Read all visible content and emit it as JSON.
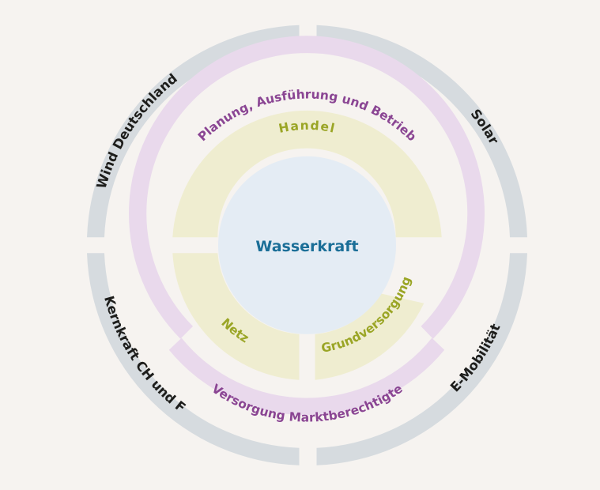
{
  "center": {
    "label": "Wasserkraft",
    "fill": "#e4ecf4",
    "color": "#1a6e97"
  },
  "inner_ring": {
    "fill": "#efedd0",
    "color": "#9aa525",
    "segments": [
      {
        "label": "Handel"
      },
      {
        "label": "Netz"
      },
      {
        "label": "Grundversorgung"
      }
    ]
  },
  "middle_ring": {
    "fill": "#e9d9ec",
    "color": "#8a4593",
    "segments": [
      {
        "label": "Planung, Ausführung und Betrieb"
      },
      {
        "label": "Versorgung Marktberechtigte"
      }
    ]
  },
  "outer_ring": {
    "fill": "#d6dbdf",
    "color": "#1d1d1b",
    "segments": [
      {
        "label": "Wind Deutschland"
      },
      {
        "label": "Solar"
      },
      {
        "label": "E-Mobilität"
      },
      {
        "label": "Kernkraft CH und F"
      }
    ]
  }
}
